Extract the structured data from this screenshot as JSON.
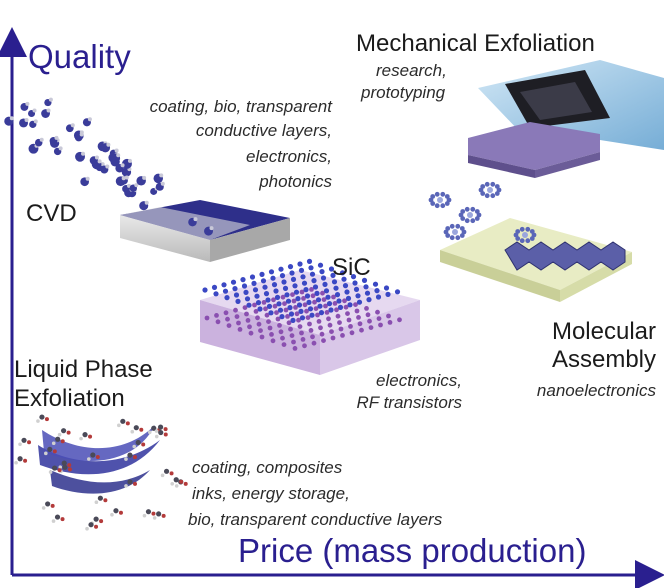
{
  "axes": {
    "y_title": "Quality",
    "x_title": "Price (mass production)"
  },
  "methods": {
    "mechanical": {
      "name": "Mechanical Exfoliation",
      "apps": [
        "research,",
        "prototyping"
      ]
    },
    "cvd": {
      "name": "CVD",
      "apps": [
        "coating, bio, transparent",
        "conductive layers,",
        "electronics,",
        "photonics"
      ]
    },
    "sic": {
      "name": "SiC",
      "apps": [
        "electronics,",
        "RF transistors"
      ]
    },
    "molecular": {
      "name_lines": [
        "Molecular",
        "Assembly"
      ],
      "apps": [
        "nanoelectronics"
      ]
    },
    "liquid": {
      "name_lines": [
        "Liquid Phase",
        "Exfoliation"
      ],
      "apps": [
        "coating, composites",
        "inks, energy storage,",
        "bio, transparent conductive layers"
      ]
    }
  },
  "colors": {
    "axis": "#2a1f8f",
    "graphene": "#3d3f9e",
    "substrate_grey": "#cfcfcf",
    "substrate_purple": "#8a79b8",
    "substrate_cream": "#e8ecc4",
    "sheet_blue": "#9cc9e6"
  }
}
